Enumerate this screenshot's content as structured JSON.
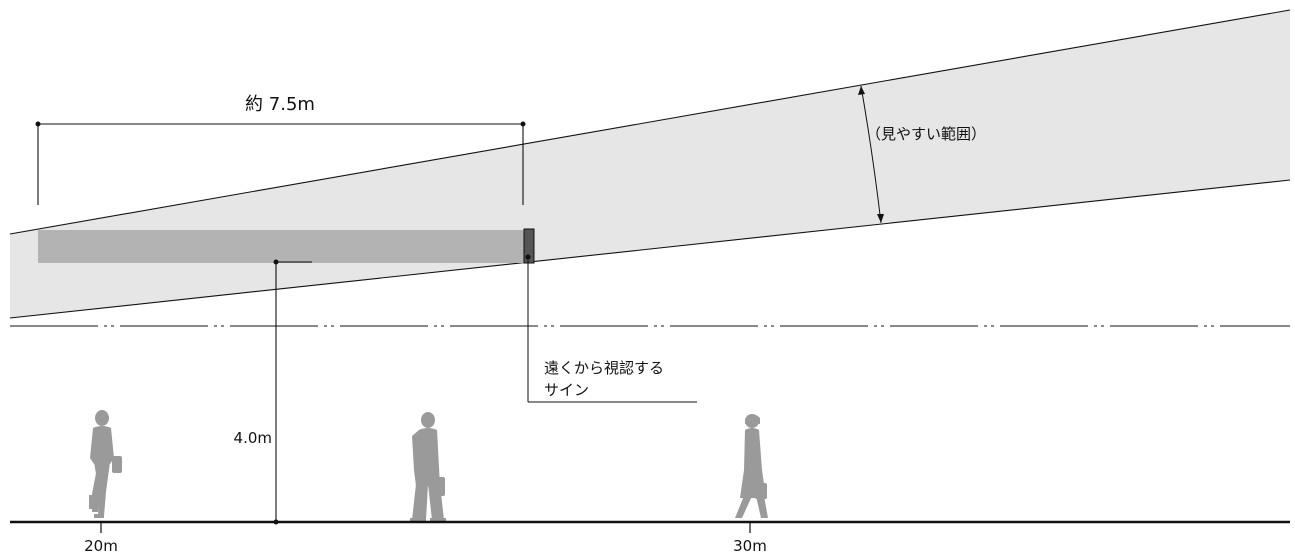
{
  "labels": {
    "sign_width": "約 7.5m",
    "visible_range": "（見やすい範囲）",
    "sign_height": "4.0m",
    "sign_name_line1": "遠くから視認する",
    "sign_name_line2": "サイン",
    "distance_near": "20m",
    "distance_far": "30m"
  },
  "colors": {
    "visible_band": "#e6e6e6",
    "sign_panel": "#b3b3b3",
    "sign_post": "#555555",
    "person": "#9a9a9a",
    "line": "#111111"
  }
}
